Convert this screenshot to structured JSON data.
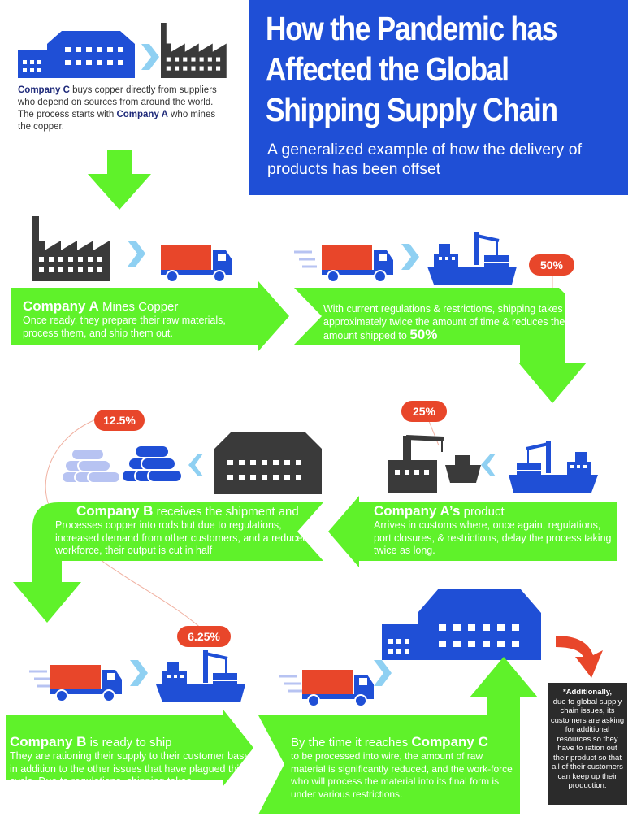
{
  "title": "How the Pandemic has Affected the Global Shipping Supply Chain",
  "subtitle": "A generalized example of how the delivery of products has been offset",
  "intro": {
    "company_c": "Company C",
    "text1": " buys copper directly from suppliers who depend on sources from around the world. The process starts with ",
    "company_a": "Company A",
    "text2": " who mines the copper."
  },
  "step1": {
    "head_bold": "Company A",
    "head_rest": " Mines Copper",
    "body": "Once ready, they prepare their raw materials, process them, and ship them out."
  },
  "step2": {
    "body": "With current regulations & restrictions, shipping takes approximately twice the amount of time & reduces the amount shipped to ",
    "pct": "50%"
  },
  "step3": {
    "head_bold": "Company A’s",
    "head_rest": " product",
    "body": "Arrives in customs where, once again, regulations, port closures, & restrictions, delay the process taking twice as long."
  },
  "step4": {
    "head_bold": "Company B",
    "head_rest": " receives the shipment and",
    "body": "Processes copper into rods but due to regulations, increased demand from other customers, and a reduced workforce, their output is cut in half"
  },
  "step5": {
    "head_bold": "Company B",
    "head_rest": " is ready to ship",
    "body": "They are rationing their supply to their customer base in addition to the other issues that have plagued this cycle. Due to regulations, shipping takes approximately twice the amount of time"
  },
  "step6": {
    "head_rest": "By the time it reaches ",
    "head_bold": "Company C",
    "body": "to be processed into wire, the amount of raw material is significantly reduced, and the work-force who will process the material into its final form is under various restrictions."
  },
  "badges": {
    "b50": "50%",
    "b25": "25%",
    "b12": "12.5%",
    "b6": "6.25%"
  },
  "note": {
    "bold": "*Additionally,",
    "text": "due to global supply chain issues, its customers are asking for additional resources so they have to ration out their product so that all of their customers can keep up their production."
  },
  "colors": {
    "blue": "#1f4fd6",
    "green": "#5ff22a",
    "orange": "#e8462a",
    "dark": "#3a3a3a",
    "light": "#b7c3f2"
  }
}
